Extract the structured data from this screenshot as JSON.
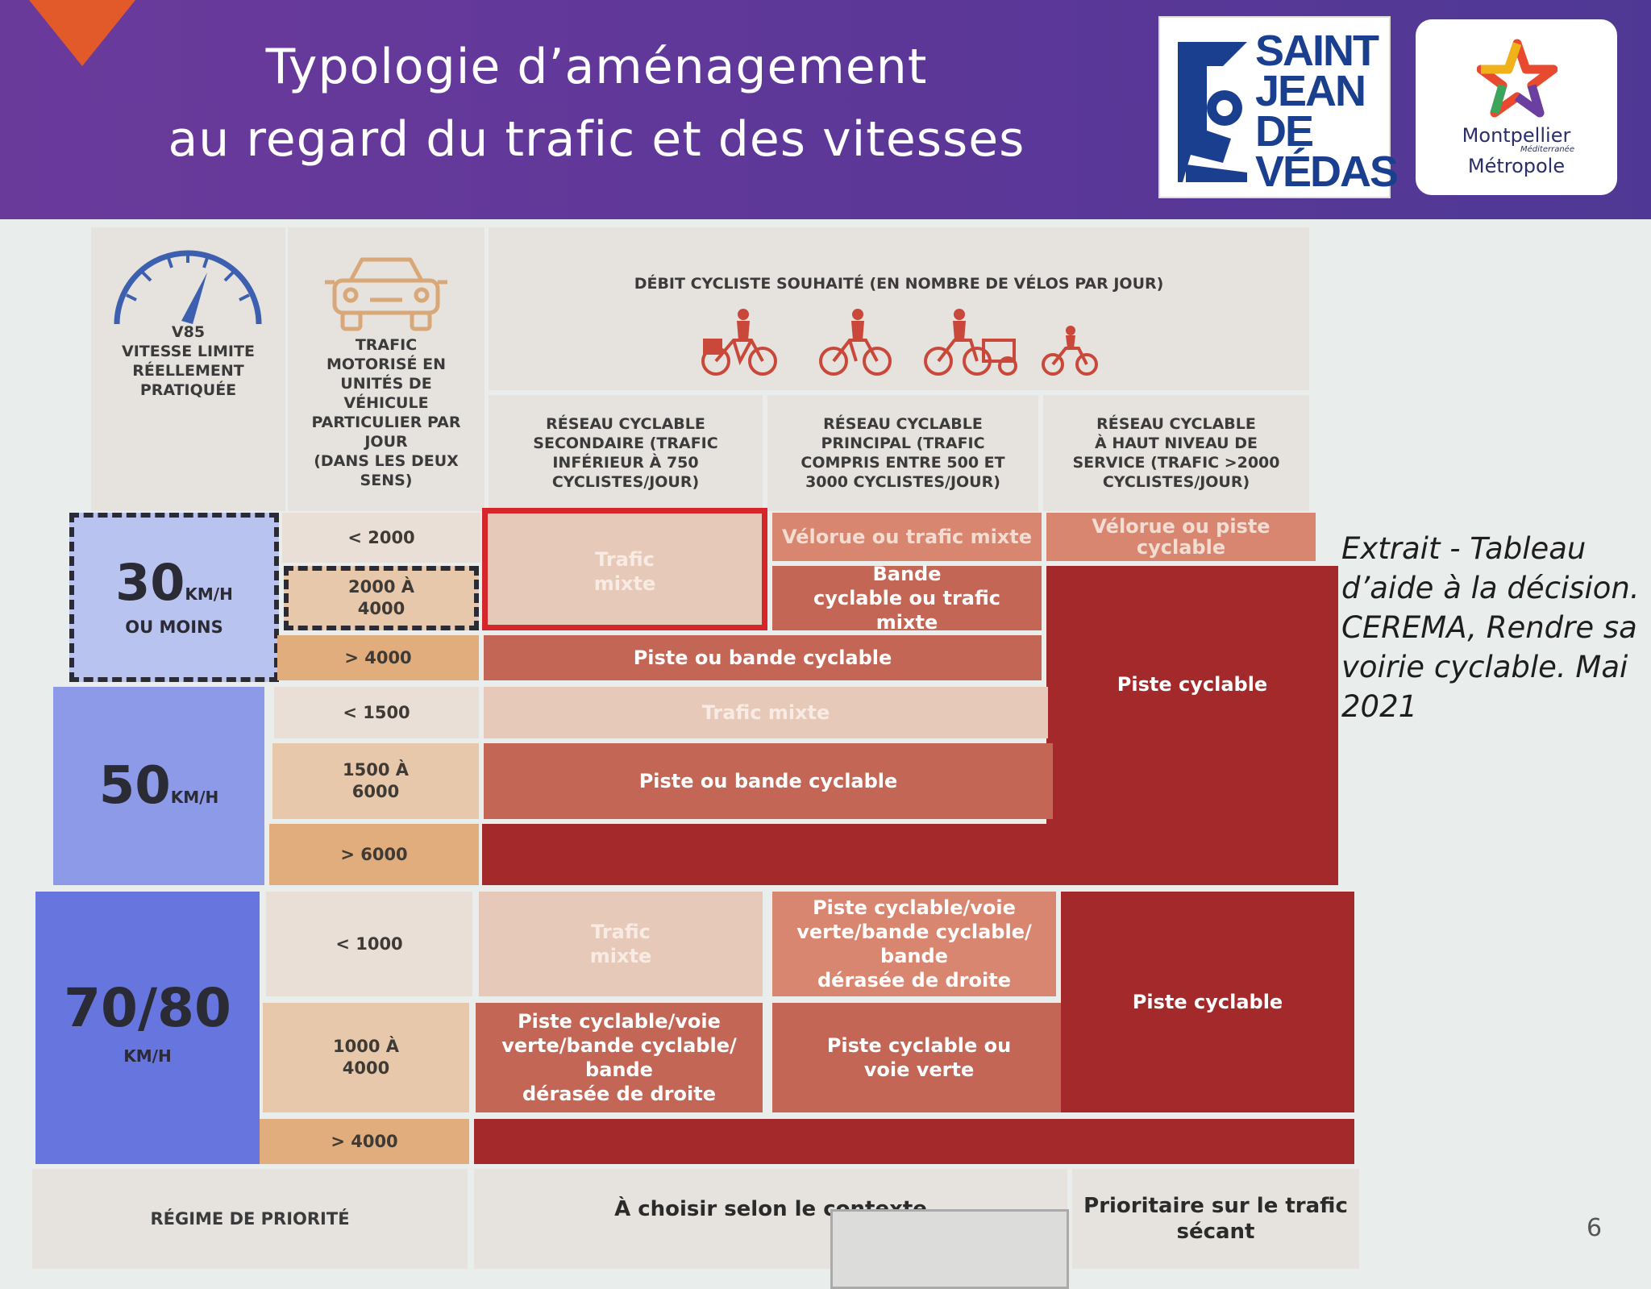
{
  "header": {
    "title_line1": "Typologie d’aménagement",
    "title_line2": "au regard du trafic et des vitesses",
    "logo_saint_jean": [
      "SAINT",
      "JEAN",
      "DE",
      "VÉDAS"
    ],
    "logo_metropole_line1": "Montpellier",
    "logo_metropole_small": "Méditerranée",
    "logo_metropole_line2": "Métropole"
  },
  "table": {
    "col_speed_header": "V85\nVITESSE LIMITE\nRÉELLEMENT\nPRATIQUÉE",
    "col_traffic_header": "TRAFIC\nMOTORISÉ EN\nUNITÉS DE\nVÉHICULE\nPARTICULIER PAR\nJOUR\n(DANS LES DEUX\nSENS)",
    "col_group_header": "DÉBIT CYCLISTE SOUHAITÉ (EN NOMBRE DE VÉLOS PAR JOUR)",
    "sub_headers": [
      "RÉSEAU CYCLABLE\nSECONDAIRE (TRAFIC\nINFÉRIEUR À 750\nCYCLISTES/JOUR)",
      "RÉSEAU CYCLABLE\nPRINCIPAL (TRAFIC\nCOMPRIS ENTRE 500 ET\n3000 CYCLISTES/JOUR)",
      "RÉSEAU CYCLABLE\nÀ HAUT NIVEAU DE\nSERVICE (TRAFIC >2000\nCYCLISTES/JOUR)"
    ],
    "speed_30": {
      "value": "30",
      "unit": "KM/H",
      "sub": "OU MOINS"
    },
    "speed_50": {
      "value": "50",
      "unit": "KM/H"
    },
    "speed_70": {
      "value": "70/80",
      "unit": "KM/H"
    },
    "counts": [
      "< 2000",
      "2000 À\n4000",
      "> 4000",
      "< 1500",
      "1500 À\n6000",
      "> 6000",
      "< 1000",
      "1000 À\n4000",
      "> 4000"
    ],
    "cells": {
      "trafic_mixte_1": "Trafic\nmixte",
      "velorue_mixte": "Vélorue ou trafic mixte",
      "velorue_piste": "Vélorue ou piste\ncyclable",
      "bande_mixte": "Bande\ncyclable ou trafic mixte",
      "piste_bande_1": "Piste ou bande cyclable",
      "piste_cyclable_1": "Piste cyclable",
      "trafic_mixte_2": "Trafic mixte",
      "piste_bande_2": "Piste ou bande cyclable",
      "trafic_mixte_3": "Trafic\nmixte",
      "piste_voie_1": "Piste cyclable/voie\nverte/bande cyclable/\nbande\ndérasée de droite",
      "piste_voie_2": "Piste cyclable/voie\nverte/bande cyclable/\nbande\ndérasée de droite",
      "piste_ou_voie": "Piste cyclable ou\nvoie verte",
      "piste_cyclable_2": "Piste cyclable"
    },
    "footer": {
      "regime": "RÉGIME DE PRIORITÉ",
      "choisir": "À choisir selon le contexte",
      "prioritaire": "Prioritaire sur le trafic\nsécant"
    }
  },
  "note": "Extrait - Tableau d’aide à la décision. CEREMA, Rendre sa voirie cyclable. Mai 2021",
  "page_number": "6",
  "colors": {
    "header_bg": "#5b3798",
    "accent_orange": "#e35a2a",
    "highlight_red": "#d4262b",
    "dark_red": "#a3292b"
  }
}
